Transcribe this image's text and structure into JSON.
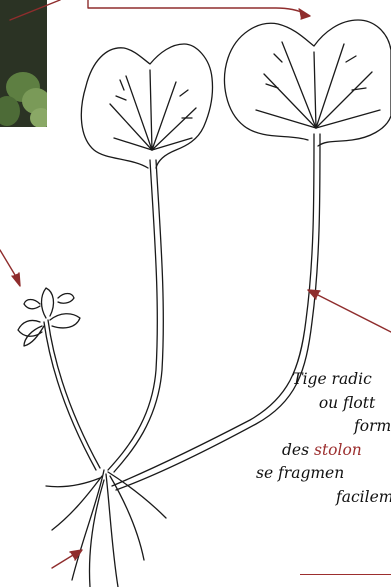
{
  "colors": {
    "ink": "#1a1a1a",
    "arrow": "#8f2d2d",
    "accent_text": "#9c2e2e",
    "photo_bg": "#2b3324",
    "photo_leaf": "#6f8f4f"
  },
  "icons": [
    "leaf-photo-thumbnail",
    "arrow-icon"
  ],
  "caption": {
    "line1": "Tige radic",
    "line2": "ou flott",
    "line3": "form",
    "line4_prefix": "des ",
    "line4_highlight": "stolon",
    "line5": "se fragmen",
    "line6": "facilem"
  }
}
